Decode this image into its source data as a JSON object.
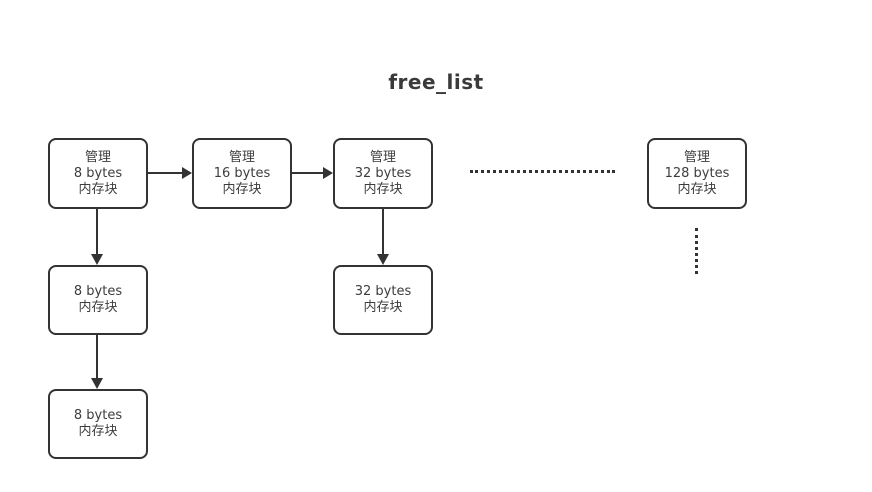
{
  "title": "free_list",
  "colors": {
    "line": "#333333",
    "text": "#3d3d3d",
    "background": "#ffffff"
  },
  "nodes": {
    "head8": {
      "line1": "管理",
      "line2": "8 bytes",
      "line3": "内存块"
    },
    "head16": {
      "line1": "管理",
      "line2": "16 bytes",
      "line3": "内存块"
    },
    "head32": {
      "line1": "管理",
      "line2": "32 bytes",
      "line3": "内存块"
    },
    "head128": {
      "line1": "管理",
      "line2": "128 bytes",
      "line3": "内存块"
    },
    "block8a": {
      "line1": "8 bytes",
      "line2": "内存块"
    },
    "block8b": {
      "line1": "8 bytes",
      "line2": "内存块"
    },
    "block32": {
      "line1": "32 bytes",
      "line2": "内存块"
    }
  }
}
